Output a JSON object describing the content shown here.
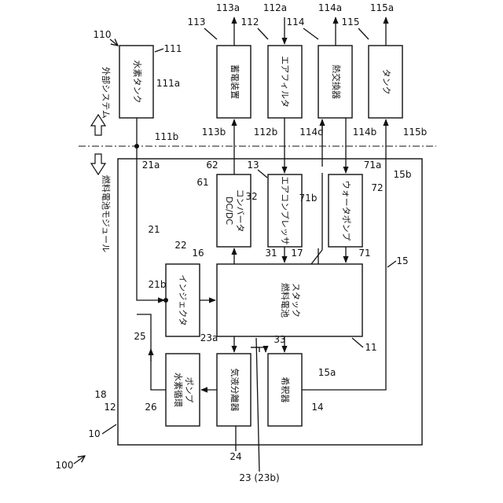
{
  "figure_number": "100",
  "regions": {
    "external_system": "外部システム",
    "fuel_cell_module": "燃料電池モジュール"
  },
  "blocks": {
    "hydrogen_tank": "水素タンク",
    "storage_device": "蓄電装置",
    "air_filter": "エアフィルタ",
    "heat_exchanger": "熱交換器",
    "tank": "タンク",
    "dcdc_line1": "DC/DC",
    "dcdc_line2": "コンバータ",
    "air_compressor": "エアコンプレッサ",
    "water_pump": "ウォータポンプ",
    "injector": "インジェクタ",
    "stack_line1": "燃料電池",
    "stack_line2": "スタック",
    "recirc_line1": "水素循環",
    "recirc_line2": "ポンプ",
    "gas_liquid_separator": "気液分離器",
    "diluter": "希釈器"
  },
  "refs": {
    "r100": "100",
    "r10": "10",
    "r12": "12",
    "r18": "18",
    "r26": "26",
    "r24": "24",
    "r23": "23 (23b)",
    "r14": "14",
    "r15a": "15a",
    "r11": "11",
    "r33": "33",
    "r23a": "23a",
    "r25": "25",
    "r21b": "21b",
    "r22": "22",
    "r16": "16",
    "r21": "21",
    "r31": "31",
    "r17": "17",
    "r15": "15",
    "r71": "71",
    "r72": "72",
    "r71b": "71b",
    "r32": "32",
    "r13": "13",
    "r61": "61",
    "r62": "62",
    "r21a": "21a",
    "r71a": "71a",
    "r15b": "15b",
    "r111b": "111b",
    "r113b": "113b",
    "r112b": "112b",
    "r114c": "114c",
    "r114b": "114b",
    "r115b": "115b",
    "r111a": "111a",
    "r111": "111",
    "r110": "110",
    "r113": "113",
    "r113a": "113a",
    "r112": "112",
    "r112a": "112a",
    "r114": "114",
    "r114a": "114a",
    "r115": "115",
    "r115a": "115a"
  }
}
